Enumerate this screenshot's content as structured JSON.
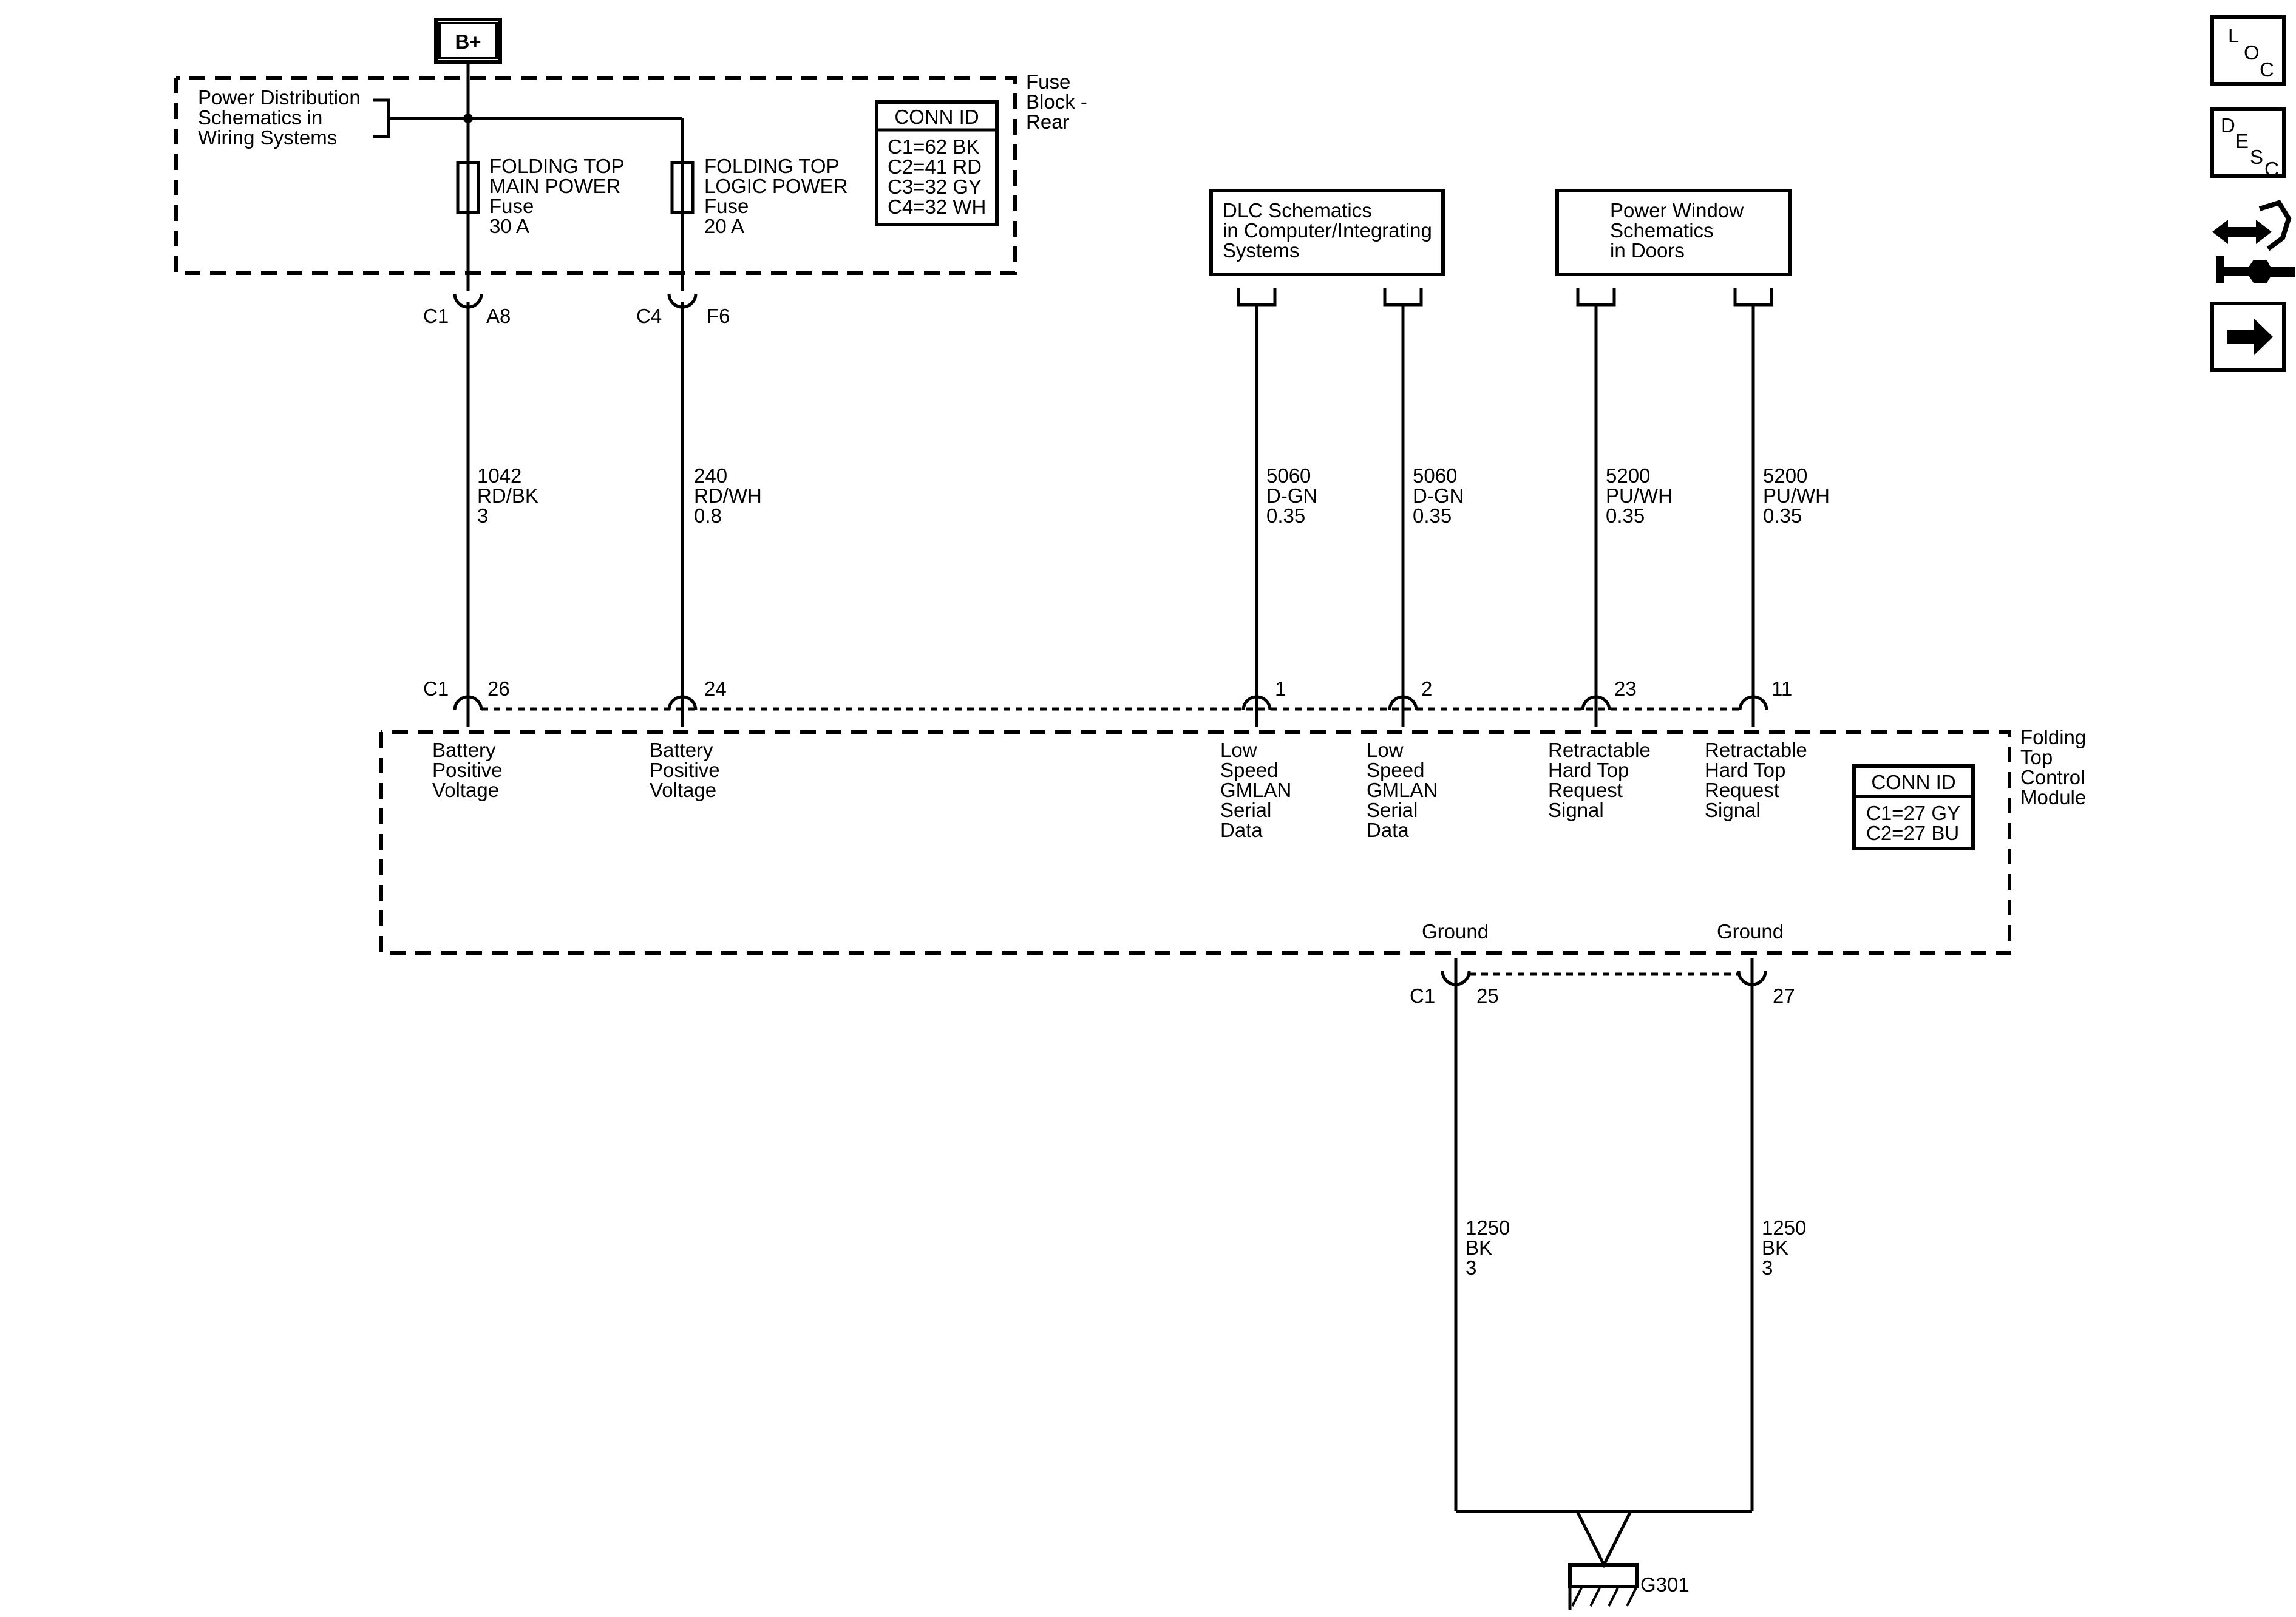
{
  "battery": {
    "label": "B+"
  },
  "power_dist_ref": {
    "lines": [
      "Power Distribution",
      "Schematics in",
      "Wiring Systems"
    ]
  },
  "fuse_block": {
    "lines": [
      "Fuse",
      "Block -",
      "Rear"
    ],
    "conn_id": {
      "title": "CONN ID",
      "lines": [
        "C1=62 BK",
        "C2=41 RD",
        "C3=32 GY",
        "C4=32 WH"
      ]
    },
    "fuses": [
      {
        "lines": [
          "FOLDING TOP",
          "MAIN POWER",
          "Fuse",
          "30 A"
        ]
      },
      {
        "lines": [
          "FOLDING TOP",
          "LOGIC POWER",
          "Fuse",
          "20 A"
        ]
      }
    ]
  },
  "upper_connectors": [
    {
      "conn": "C1",
      "pin": "A8"
    },
    {
      "conn": "C4",
      "pin": "F6"
    }
  ],
  "ref_boxes": [
    {
      "lines": [
        "DLC Schematics",
        "in Computer/Integrating",
        "Systems"
      ]
    },
    {
      "lines": [
        "Power Window",
        "Schematics",
        "in Doors"
      ]
    }
  ],
  "circuits": [
    {
      "lines": [
        "1042",
        "RD/BK",
        "3"
      ]
    },
    {
      "lines": [
        "240",
        "RD/WH",
        "0.8"
      ]
    },
    {
      "lines": [
        "5060",
        "D-GN",
        "0.35"
      ]
    },
    {
      "lines": [
        "5060",
        "D-GN",
        "0.35"
      ]
    },
    {
      "lines": [
        "5200",
        "PU/WH",
        "0.35"
      ]
    },
    {
      "lines": [
        "5200",
        "PU/WH",
        "0.35"
      ]
    }
  ],
  "module": {
    "lines": [
      "Folding",
      "Top",
      "Control",
      "Module"
    ],
    "conn_label": "C1",
    "pins": [
      {
        "pin": "26",
        "lines": [
          "Battery",
          "Positive",
          "Voltage"
        ]
      },
      {
        "pin": "24",
        "lines": [
          "Battery",
          "Positive",
          "Voltage"
        ]
      },
      {
        "pin": "1",
        "lines": [
          "Low",
          "Speed",
          "GMLAN",
          "Serial",
          "Data"
        ]
      },
      {
        "pin": "2",
        "lines": [
          "Low",
          "Speed",
          "GMLAN",
          "Serial",
          "Data"
        ]
      },
      {
        "pin": "23",
        "lines": [
          "Retractable",
          "Hard Top",
          "Request",
          "Signal"
        ]
      },
      {
        "pin": "11",
        "lines": [
          "Retractable",
          "Hard Top",
          "Request",
          "Signal"
        ]
      }
    ],
    "conn_id": {
      "title": "CONN ID",
      "lines": [
        "C1=27 GY",
        "C2=27 BU"
      ]
    },
    "grounds": [
      {
        "label": "Ground",
        "pin": "25"
      },
      {
        "label": "Ground",
        "pin": "27"
      }
    ],
    "ground_conn": "C1"
  },
  "ground_circuits": [
    {
      "lines": [
        "1250",
        "BK",
        "3"
      ]
    },
    {
      "lines": [
        "1250",
        "BK",
        "3"
      ]
    }
  ],
  "ground_point": {
    "label": "G301"
  },
  "nav_icons": [
    {
      "name": "loc-icon",
      "letters": [
        "L",
        "O",
        "C"
      ]
    },
    {
      "name": "desc-icon",
      "letters": [
        "D",
        "E",
        "S",
        "C"
      ]
    },
    {
      "name": "connector-tool-icon"
    },
    {
      "name": "next-arrow-icon"
    }
  ]
}
